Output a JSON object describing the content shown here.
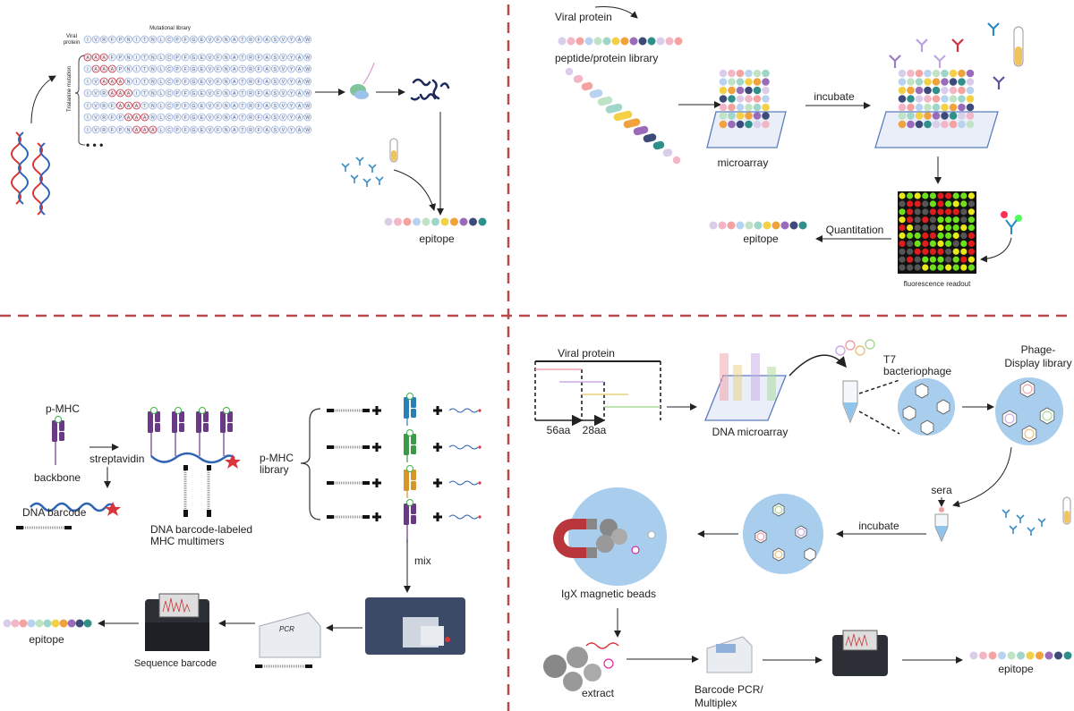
{
  "top_left": {
    "title": "Mutational library",
    "viral_protein_label_1": "Viral",
    "viral_protein_label_2": "protein",
    "side_label": "Trialanine mutation",
    "sequence": [
      "I",
      "V",
      "R",
      "F",
      "P",
      "N",
      "I",
      "T",
      "N",
      "L",
      "C",
      "P",
      "F",
      "G",
      "E",
      "V",
      "F",
      "N",
      "A",
      "T",
      "R",
      "F",
      "A",
      "S",
      "V",
      "Y",
      "A",
      "W"
    ],
    "mutant_residue": "A",
    "mutation_rows": 7,
    "ellipsis": "• • •",
    "epitope_label": "epitope"
  },
  "top_right": {
    "viral_protein_label": "Viral protein",
    "library_label": "peptide/protein library",
    "microarray_label": "microarray",
    "incubate_label": "incubate",
    "readout_label": "fluorescence readout",
    "quantitation_label": "Quantitation",
    "epitope_label": "epitope"
  },
  "bottom_left": {
    "pmhc_label": "p-MHC",
    "streptavidin_label": "streptavidin",
    "backbone_label": "backbone",
    "dna_barcode_label": "DNA barcode",
    "multimers_label_1": "DNA barcode-labeled",
    "multimers_label_2": "MHC multimers",
    "library_label_1": "p-MHC",
    "library_label_2": "library",
    "mix_label": "mix",
    "pcr_label": "PCR",
    "sequence_label": "Sequence barcode",
    "epitope_label": "epitope"
  },
  "bottom_right": {
    "viral_protein_label": "Viral protein",
    "len_56": "56aa",
    "len_28": "28aa",
    "dna_microarray_label": "DNA microarray",
    "t7_label_1": "T7",
    "t7_label_2": "bacteriophage",
    "phage_label_1": "Phage-",
    "phage_label_2": "Display library",
    "sera_label": "sera",
    "incubate_label": "incubate",
    "beads_label": "IgX magnetic beads",
    "extract_label": "extract",
    "pcr_label_1": "Barcode PCR/",
    "pcr_label_2": "Multiplex",
    "epitope_label": "epitope"
  },
  "colors": {
    "divider": "#b84a4e",
    "epitope_beads": [
      "#d9cdea",
      "#f2b6c6",
      "#f5a3a0",
      "#b7d3ef",
      "#bfe3c4",
      "#9fd6c9",
      "#f3d046",
      "#f0a23c",
      "#9a6bb8",
      "#3d4a7a",
      "#2f8f8a"
    ],
    "bead_blue": "#c9d8f0",
    "mutant_red": "#c0394a",
    "mhc_purple": "#6b3a86",
    "dna_blue": "#2f64b5",
    "star_red": "#d8343a",
    "circle_blue": "#a9cdec",
    "fluorescence": [
      "#555555",
      "#e01b1b",
      "#e8e81a",
      "#6de01a"
    ]
  }
}
